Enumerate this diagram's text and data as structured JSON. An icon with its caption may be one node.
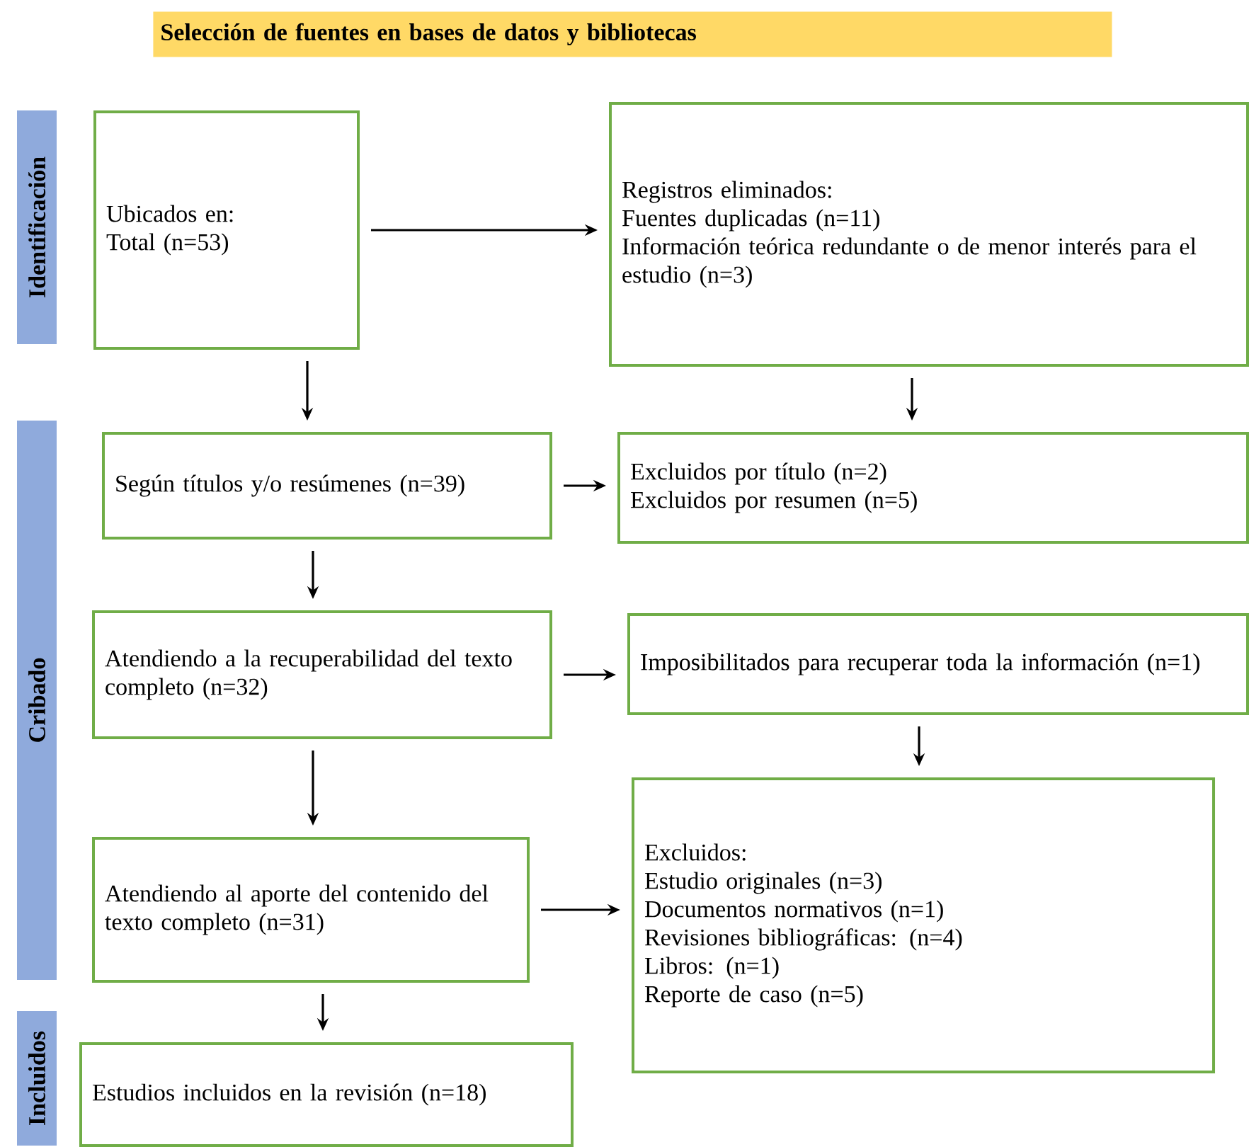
{
  "diagram": {
    "title": "Selección de fuentes en bases de datos y bibliotecas",
    "nodes": [
      {
        "text": [
          "Identificación"
        ]
      },
      {
        "text": [
          "Cribado"
        ]
      },
      {
        "text": [
          "Incluidos"
        ]
      },
      {
        "text": [
          "Ubicados en:",
          "Total (n=53)"
        ]
      },
      {
        "text": [
          "Registros eliminados:",
          "Fuentes duplicadas (n=11)",
          "Información teórica redundante o de menor interés para el estudio (n=3)"
        ]
      },
      {
        "text": [
          "Según títulos y/o resúmenes (n=39)"
        ]
      },
      {
        "text": [
          "Excluidos por título (n=2)",
          "Excluidos por resumen (n=5)"
        ]
      },
      {
        "text": [
          "Atendiendo a la recuperabilidad del texto completo (n=32)"
        ]
      },
      {
        "text": [
          "Imposibilitados para recuperar toda la información (n=1)"
        ]
      },
      {
        "text": [
          "Atendiendo al aporte del contenido del texto completo (n=31)"
        ]
      },
      {
        "text": [
          "Excluidos:",
          "Estudio originales (n=3)",
          "Documentos normativos (n=1)",
          "Revisiones bibliográficas: (n=4)",
          "Libros: (n=1)",
          "Reporte de caso (n=5)"
        ]
      },
      {
        "text": [
          "Estudios incluidos en la revisión (n=18)"
        ]
      }
    ],
    "edges": [
      {
        "from": 3,
        "to": 4,
        "arrow": "to"
      },
      {
        "from": 3,
        "to": 5,
        "arrow": "to"
      },
      {
        "from": 4,
        "to": 6,
        "arrow": "to"
      },
      {
        "from": 5,
        "to": 6,
        "arrow": "to"
      },
      {
        "from": 5,
        "to": 7,
        "arrow": "to"
      },
      {
        "from": 7,
        "to": 8,
        "arrow": "to"
      },
      {
        "from": 8,
        "to": 10,
        "arrow": "to"
      },
      {
        "from": 7,
        "to": 9,
        "arrow": "to"
      },
      {
        "from": 9,
        "to": 10,
        "arrow": "to"
      },
      {
        "from": 9,
        "to": 11,
        "arrow": "to"
      }
    ]
  }
}
